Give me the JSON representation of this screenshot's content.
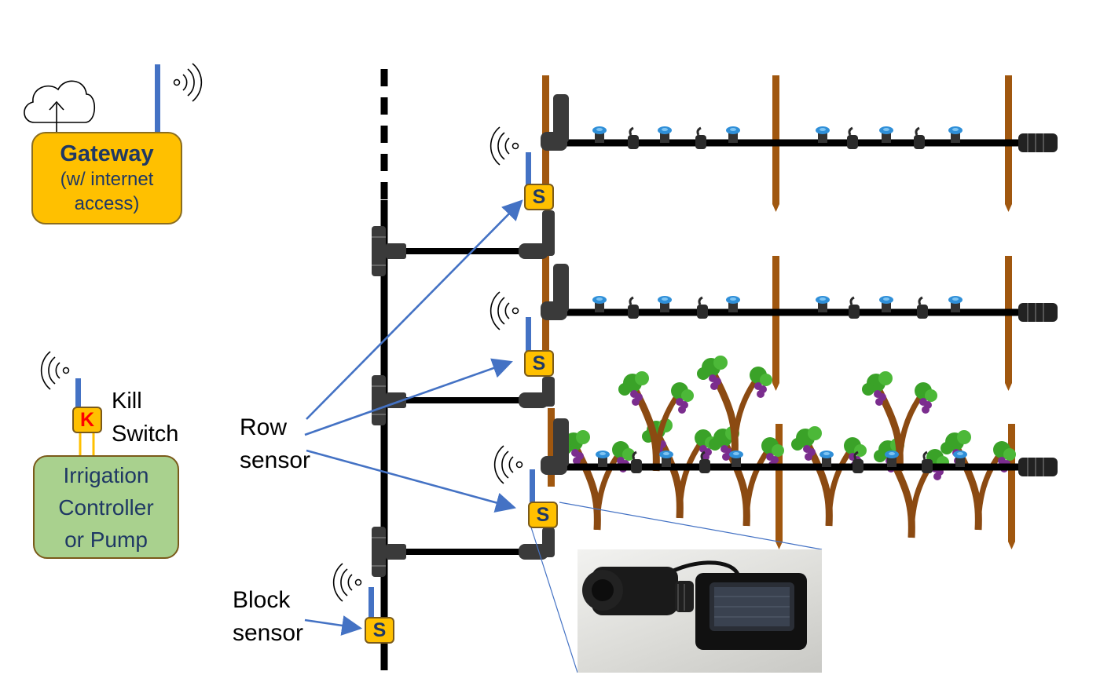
{
  "gateway": {
    "title": "Gateway",
    "line1": "(w/ internet",
    "line2": "access)"
  },
  "kill_switch": {
    "letter": "K",
    "line1": "Kill",
    "line2": "Switch"
  },
  "controller": {
    "line1": "Irrigation",
    "line2": "Controller",
    "line3": "or Pump"
  },
  "row_sensor_label": {
    "line1": "Row",
    "line2": "sensor"
  },
  "block_sensor_label": {
    "line1": "Block",
    "line2": "sensor"
  },
  "sensor_letter": "S",
  "colors": {
    "gateway": "#ffc000",
    "controller": "#a9d18e",
    "text_dark_blue": "#1f3864",
    "antenna": "#4472c4",
    "arrow": "#4472c4",
    "post": "#a0570f",
    "pipe": "#000000",
    "emitter": "#2f8fd8",
    "leaf": "#3aa228",
    "grape": "#7b2d8e"
  }
}
